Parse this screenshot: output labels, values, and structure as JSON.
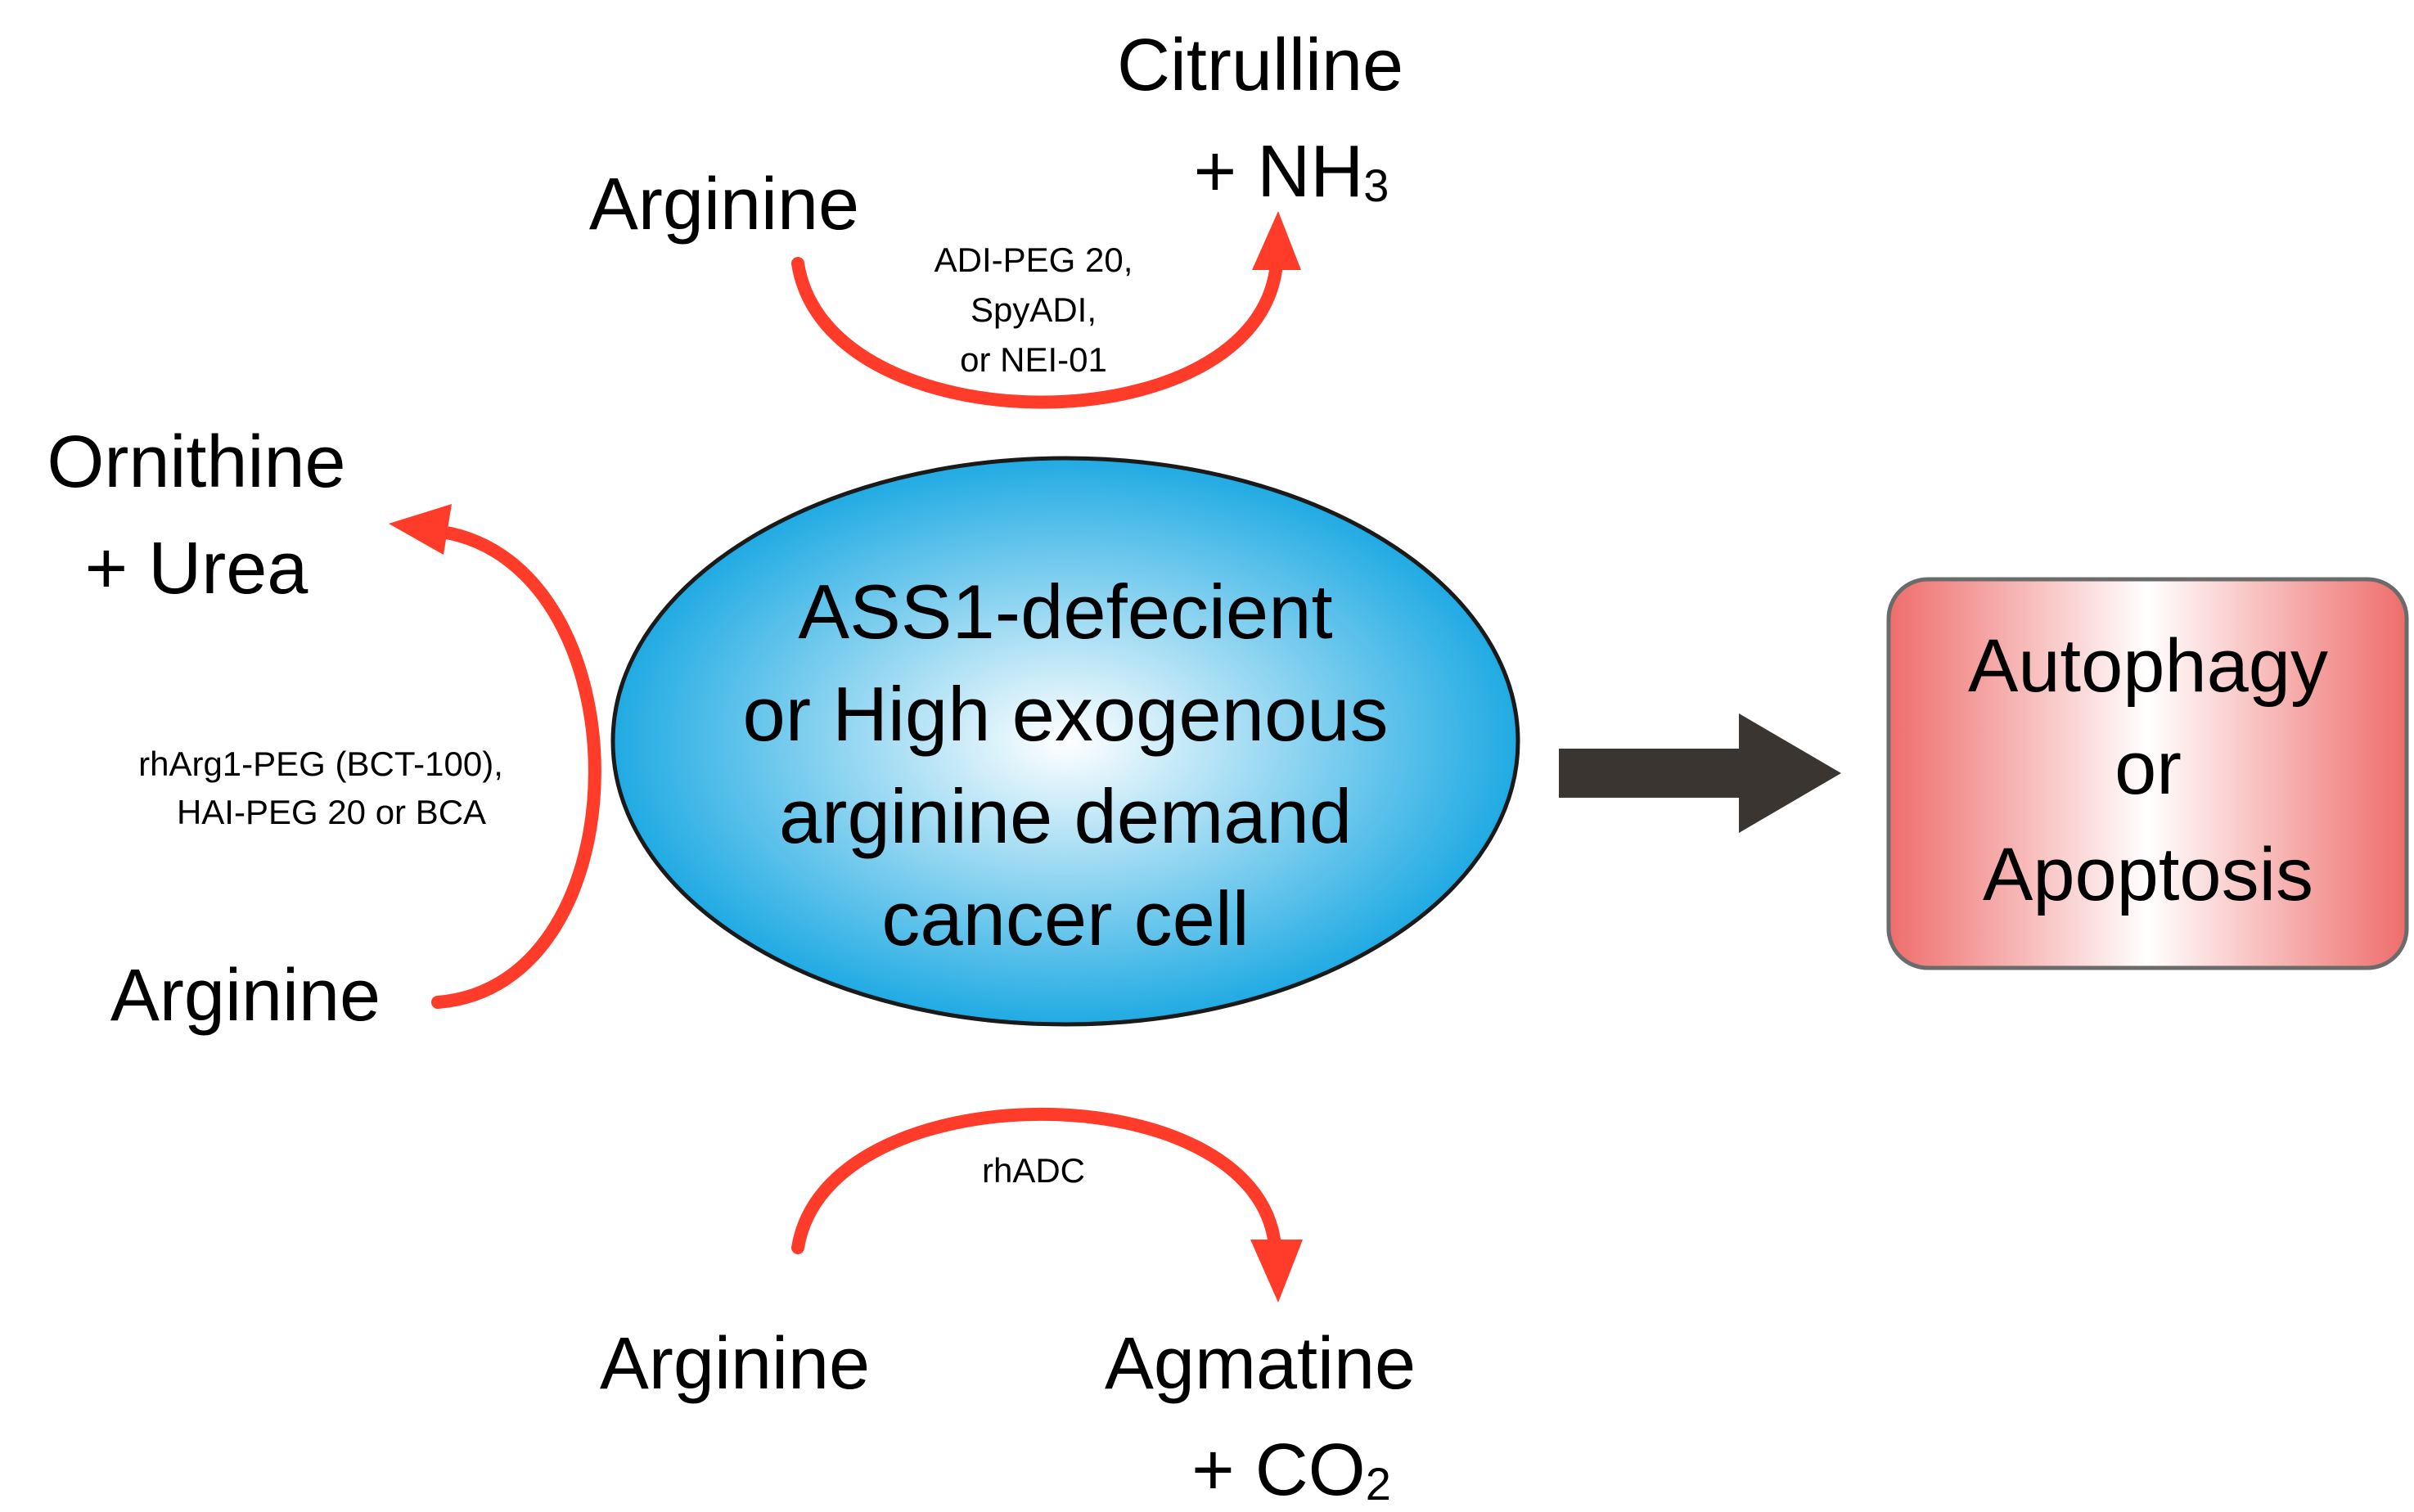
{
  "colors": {
    "enzyme_arrow": "#ff3b2a",
    "result_arrow": "#3a3530",
    "cell_fill_center": "#ffffff",
    "cell_fill_edge": "#0aa2e0",
    "cell_stroke": "#1a1a1a",
    "box_fill_center": "#ffffff",
    "box_fill_edge": "#ee6d6b",
    "box_stroke": "#6b6b6b",
    "text": "#000000"
  },
  "center_cell": {
    "lines": [
      "ASS1-defecient",
      "or High exogenous",
      "arginine demand",
      "cancer cell"
    ]
  },
  "outcome_box": {
    "lines": [
      "Autophagy",
      "or",
      "Apoptosis"
    ]
  },
  "reactions": {
    "top": {
      "substrate": "Arginine",
      "product_line1": "Citrulline",
      "product_line2_main": "+ NH",
      "product_line2_sub": "3",
      "enzyme_lines": [
        "ADI-PEG 20,",
        "SpyADI,",
        "or NEI-01"
      ]
    },
    "left": {
      "substrate": "Arginine",
      "product_line1": "Ornithine",
      "product_line2": "+ Urea",
      "enzyme_lines": [
        "rhArg1-PEG (BCT-100),",
        "HAI-PEG 20 or BCA"
      ]
    },
    "bottom": {
      "substrate": "Arginine",
      "product_line1": "Agmatine",
      "product_line2_main": "+ CO",
      "product_line2_sub": "2",
      "enzyme_lines": [
        "rhADC"
      ]
    }
  }
}
